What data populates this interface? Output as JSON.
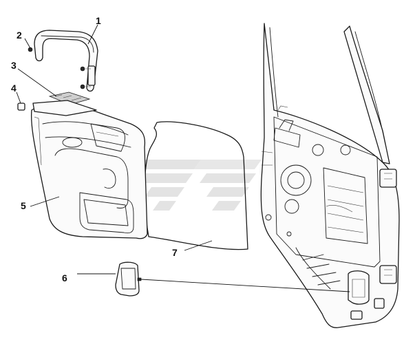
{
  "callouts": [
    {
      "id": "1",
      "label": "1"
    },
    {
      "id": "2",
      "label": "2"
    },
    {
      "id": "3",
      "label": "3"
    },
    {
      "id": "4",
      "label": "4"
    },
    {
      "id": "5",
      "label": "5"
    },
    {
      "id": "6",
      "label": "6"
    },
    {
      "id": "7",
      "label": "7"
    }
  ],
  "colors": {
    "line": "#1a1a1a",
    "watermark": "#e3e3e3",
    "background": "#ffffff"
  },
  "parts": [
    "grab-handle",
    "handle-screw",
    "switch-panel",
    "clip",
    "door-trim-panel",
    "cover-cap",
    "watershield-film",
    "door-inner-frame"
  ]
}
